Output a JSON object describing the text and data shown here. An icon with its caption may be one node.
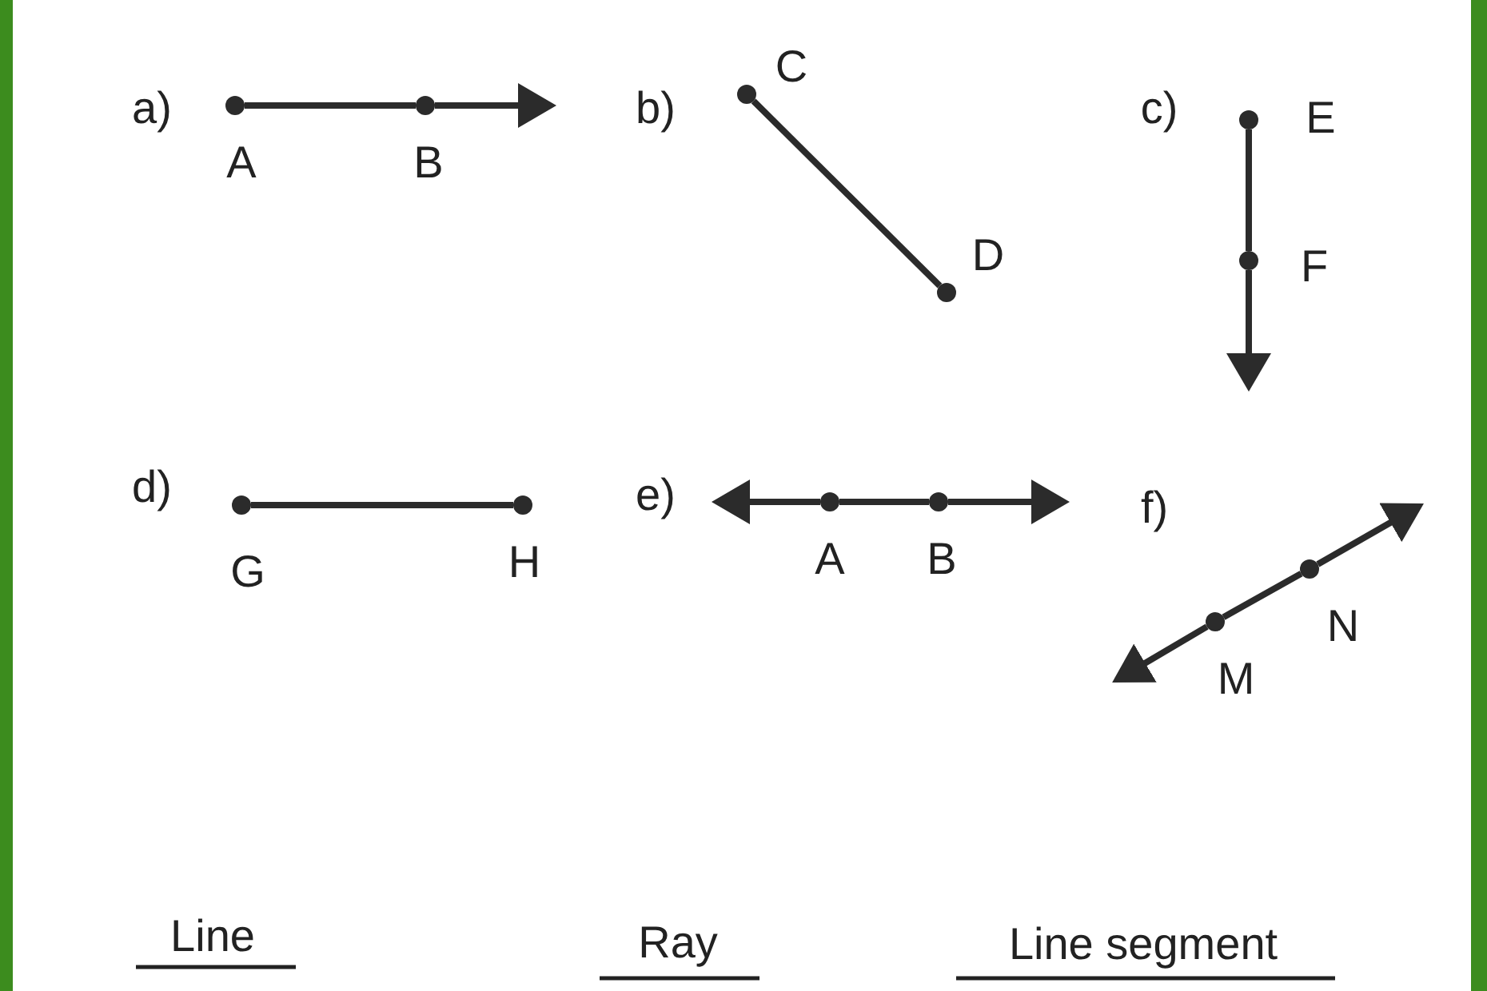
{
  "diagram": {
    "nodes": [
      {
        "text": [],
        "shape": "circle",
        "beside": [
          "A"
        ]
      },
      {
        "text": [],
        "shape": "circle",
        "beside": [
          "B"
        ]
      },
      {
        "text": [],
        "shape": "circle",
        "beside": [
          "C"
        ]
      },
      {
        "text": [],
        "shape": "circle",
        "beside": [
          "D"
        ]
      },
      {
        "text": [],
        "shape": "circle",
        "beside": [
          "E"
        ]
      },
      {
        "text": [],
        "shape": "circle",
        "beside": [
          "F"
        ]
      },
      {
        "text": [],
        "shape": "circle",
        "beside": [
          "G"
        ]
      },
      {
        "text": [],
        "shape": "circle",
        "beside": [
          "H"
        ]
      },
      {
        "text": [],
        "shape": "circle",
        "beside": [
          "A"
        ]
      },
      {
        "text": [],
        "shape": "circle",
        "beside": [
          "B"
        ]
      },
      {
        "text": [],
        "shape": "circle",
        "beside": [
          "M"
        ]
      },
      {
        "text": [],
        "shape": "circle",
        "beside": [
          "N"
        ]
      }
    ],
    "edges": [
      {
        "from": 0,
        "to": 1,
        "arrow": "none"
      },
      {
        "from": 1,
        "to": null,
        "arrow": "to"
      },
      {
        "from": 2,
        "to": 3,
        "arrow": "none"
      },
      {
        "from": 4,
        "to": 5,
        "arrow": "none"
      },
      {
        "from": 5,
        "to": null,
        "arrow": "to"
      },
      {
        "from": 6,
        "to": 7,
        "arrow": "none"
      },
      {
        "from": 8,
        "to": 9,
        "arrow": "none"
      },
      {
        "from": 8,
        "to": null,
        "arrow": "to"
      },
      {
        "from": 9,
        "to": null,
        "arrow": "to"
      },
      {
        "from": 10,
        "to": 11,
        "arrow": "none"
      },
      {
        "from": 10,
        "to": null,
        "arrow": "to"
      },
      {
        "from": 11,
        "to": null,
        "arrow": "to"
      }
    ],
    "labels": [
      "a)",
      "b)",
      "c)",
      "d)",
      "e)",
      "f)",
      "Line",
      "Ray",
      "Line segment"
    ]
  }
}
